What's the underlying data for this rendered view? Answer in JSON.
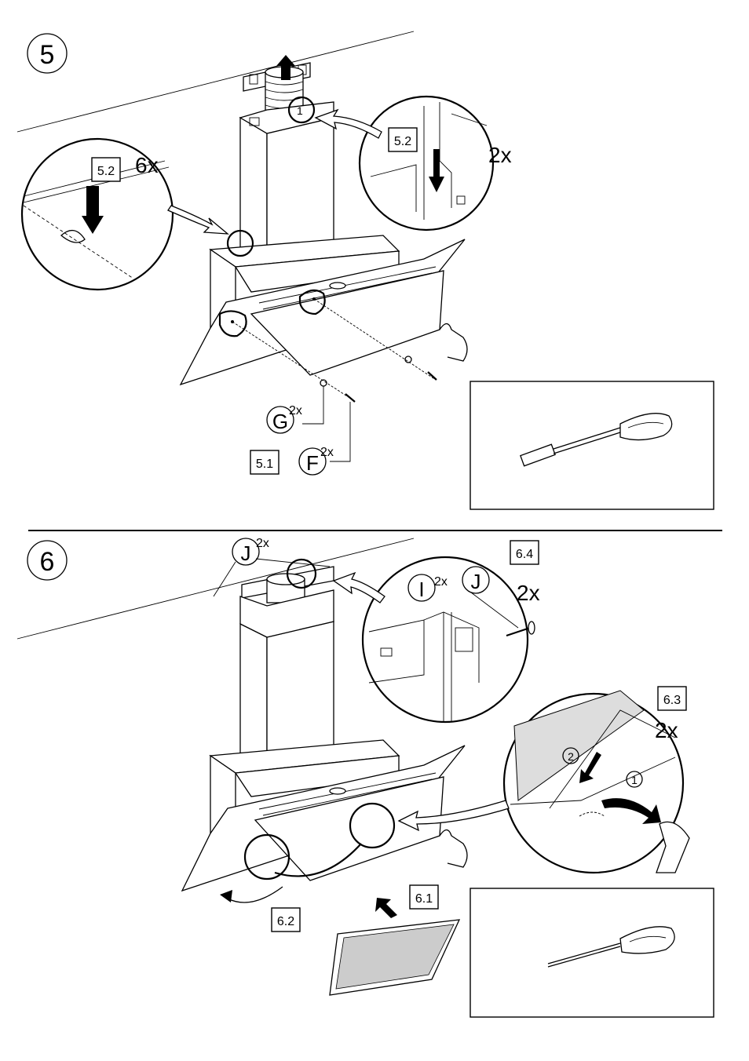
{
  "steps": {
    "step5": {
      "number": "5"
    },
    "step6": {
      "number": "6"
    }
  },
  "step5_labels": {
    "detail_left_ref": "5.2",
    "detail_left_count": "6x",
    "detail_right_ref": "5.2",
    "detail_right_count": "2x",
    "callout_1": "1",
    "part_g": "G",
    "part_g_count": "2x",
    "part_f": "F",
    "part_f_count": "2x",
    "ref_5_1": "5.1"
  },
  "step6_labels": {
    "part_j": "J",
    "part_j_count": "2x",
    "ref_6_4": "6.4",
    "detail_part_i": "I",
    "detail_part_i_count": "2x",
    "detail_part_j": "J",
    "detail_count": "2x",
    "ref_6_3": "6.3",
    "ref_6_3_count": "2x",
    "callout_2": "2",
    "callout_1": "1",
    "ref_6_1": "6.1",
    "ref_6_2": "6.2"
  },
  "tools": {
    "step5_tool": "nut-driver-icon",
    "step6_tool": "phillips-screwdriver-icon"
  }
}
